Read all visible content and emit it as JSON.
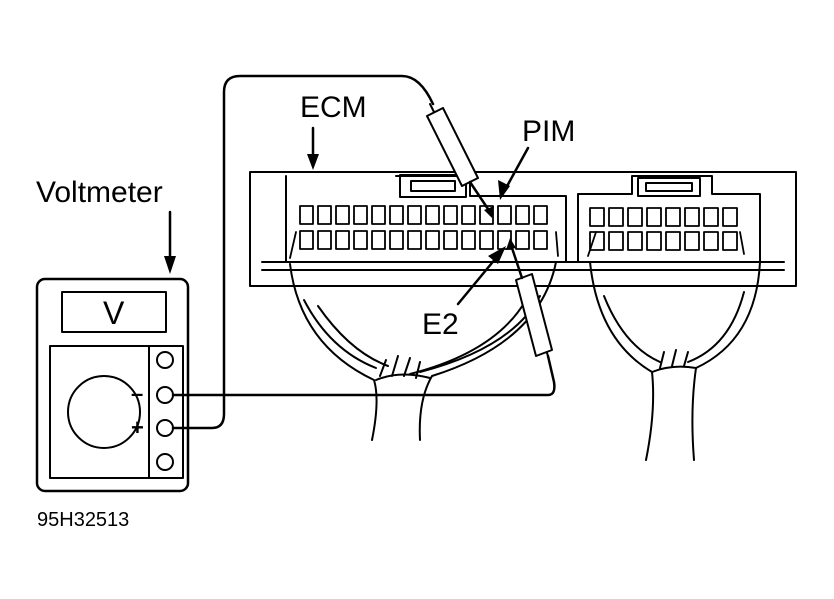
{
  "labels": {
    "voltmeter": "Voltmeter",
    "ecm": "ECM",
    "pim": "PIM",
    "e2": "E2",
    "display_unit": "V",
    "minus": "–",
    "plus": "+",
    "figure_code": "95H32513"
  },
  "colors": {
    "ink": "#000000",
    "paper": "#ffffff"
  }
}
